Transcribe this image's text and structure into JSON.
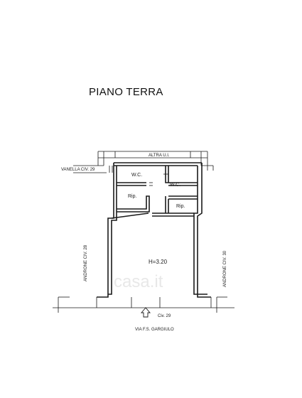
{
  "plan_title": "PIANO TERRA",
  "labels": {
    "north": "ALTRA U.I.",
    "northwest": "VANELLA CIV. 29",
    "west": "ANDRONE CIV. 28",
    "east": "ANDRONE CIV. 30",
    "entrance": "Civ. 29",
    "street": "VIA F.S. GARGIULO"
  },
  "rooms": {
    "wc_left": "W.C.",
    "wc_right": "W.C.",
    "rip_left": "Rip.",
    "rip_right": "Rip.",
    "main_height": "H=3.20"
  },
  "watermark": "casa.it"
}
